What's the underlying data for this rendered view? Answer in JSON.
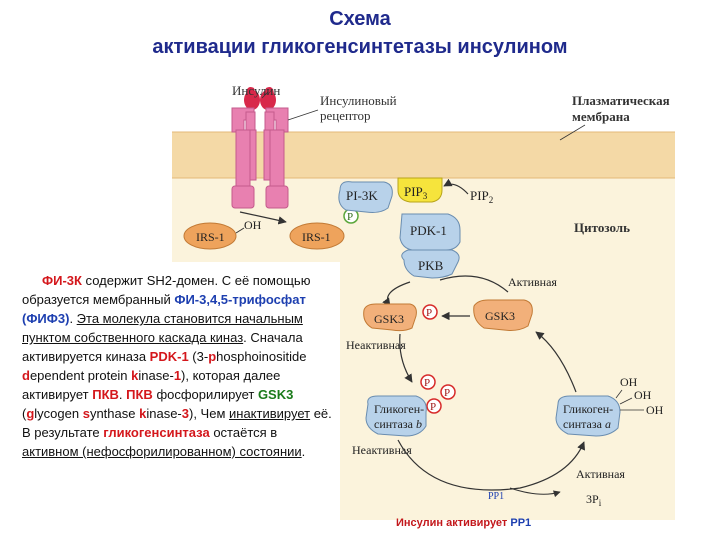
{
  "title": {
    "line1": "Схема",
    "line2": "активации гликогенсинтетазы инсулином"
  },
  "diagram": {
    "insulin": "Инсулин",
    "receptor_line1": "Инсулиновый",
    "receptor_line2": "рецептор",
    "membrane_line1": "Плазматическая",
    "membrane_line2": "мембрана",
    "cytosol": "Цитозоль",
    "pi3k": "PI-3K",
    "pip3_base": "PIP",
    "pip3_sub": "3",
    "pip2_base": "PIP",
    "pip2_sub": "2",
    "pdk1": "PDK-1",
    "pkb": "PKB",
    "irs1_left": "IRS-1",
    "irs1_right": "IRS-1",
    "oh": "OH",
    "p": "P",
    "active_top": "Активная",
    "gsk3_left": "GSK3",
    "gsk3_right": "GSK3",
    "inactive_top": "Неактивная",
    "gs_b_line1": "Гликоген-",
    "gs_b_line2": "синтаза",
    "gs_b_letter": "b",
    "gs_a_line1": "Гликоген-",
    "gs_a_line2": "синтаза",
    "gs_a_letter": "a",
    "inactive_bottom": "Неактивная",
    "active_bottom": "Активная",
    "pp1": "PP1",
    "three_pi_base": "3P",
    "three_pi_sub": "i"
  },
  "paragraph": {
    "s1": "ФИ-3К",
    "s2": " содержит SH2-домен. С её помощью образуется мембранный ",
    "s3": "ФИ-3,4,5-трифосфат (ФИФ3)",
    "s4": ". ",
    "s5": "Эта молекула становится начальным пунктом собственного каскада киназ",
    "s6": ". Сначала активируется киназа ",
    "s7": "PDK-1",
    "s8": " (3-",
    "s9": "p",
    "s10": "hosphoinositide ",
    "s11": "d",
    "s12": "ependent protein ",
    "s13": "k",
    "s14": "inase-",
    "s15": "1",
    "s16": "), которая далее активирует ",
    "s17": "ПКВ",
    "s18": ". ",
    "s19": "ПКВ",
    "s20": " фосфорилирует ",
    "s21": "GSK3",
    "s22": " (",
    "s23": "g",
    "s24": "lycogen ",
    "s25": "s",
    "s26": "ynthase ",
    "s27": "k",
    "s28": "inase-",
    "s29": "3",
    "s30": "), Чем ",
    "s31": "инактивирует",
    "s32": " её. В результате ",
    "s33": "гликогенсинтаза",
    "s34": " остаётся в ",
    "s35": "активном (нефосфорилированном) состоянии",
    "s36": "."
  },
  "footer": {
    "text": "Инсулин активирует ",
    "pp1": "PP1"
  },
  "colors": {
    "title": "#1f2a8c",
    "membrane_band": "#f4d9a6",
    "cytosol_bg": "#fbf3dc",
    "receptor": "#e880b0",
    "insulin": "#d8284a",
    "protein_blue": "#b8d2ea",
    "irs_orange": "#eea35c",
    "pip3_yellow": "#f6e43c",
    "phosphate": "#d72a2a",
    "p_green": "#5aa63a",
    "text_red": "#d4171c",
    "text_blue": "#1d3fb0"
  }
}
